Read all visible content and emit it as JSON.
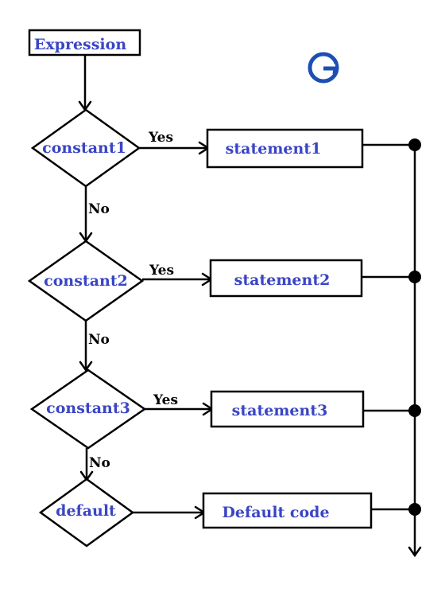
{
  "diagram": {
    "start": {
      "label": "Expression"
    },
    "decisions": [
      {
        "label": "constant1",
        "yes_label": "Yes",
        "no_label": "No",
        "statement": "statement1"
      },
      {
        "label": "constant2",
        "yes_label": "Yes",
        "no_label": "No",
        "statement": "statement2"
      },
      {
        "label": "constant3",
        "yes_label": "Yes",
        "no_label": "No",
        "statement": "statement3"
      },
      {
        "label": "default",
        "statement": "Default code"
      }
    ],
    "colors": {
      "label": "#3a45c4",
      "line": "#000000",
      "logo": "#1c4fb3"
    },
    "logo_icon": "G-logo-icon"
  }
}
